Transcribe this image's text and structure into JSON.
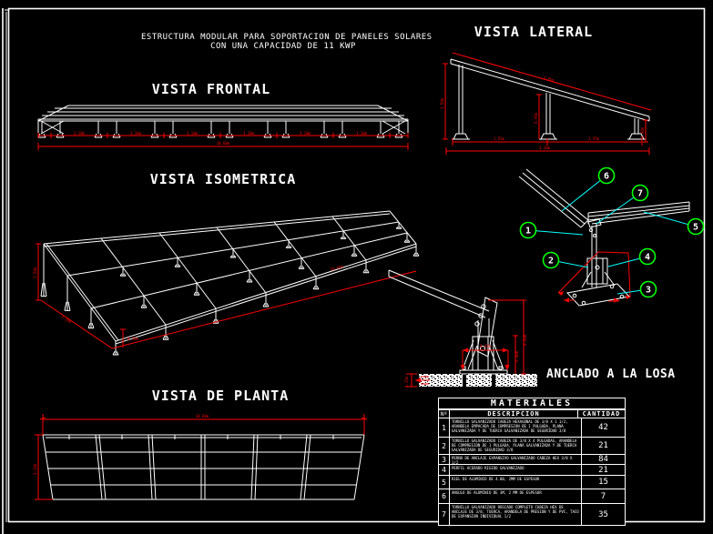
{
  "header": {
    "title_line1": "ESTRUCTURA MODULAR PARA SOPORTACION DE PANELES SOLARES",
    "title_line2": "CON UNA CAPACIDAD DE 11 KWP"
  },
  "colors": {
    "line": "#ffffff",
    "dimension": "#ff0000",
    "balloon": "#00ff00",
    "leader": "#00ffff"
  },
  "views": {
    "frontal": {
      "label": "VISTA FRONTAL",
      "bay_dims": [
        "3.10m",
        "3.10m",
        "3.10m",
        "3.10m",
        "3.10m",
        "3.10m"
      ],
      "total_dim": "18.60m"
    },
    "lateral": {
      "label": "VISTA LATERAL",
      "height_left": "1.50m",
      "height_mid": "0.95m",
      "height_right": "0.40m",
      "span_left": "1.55m",
      "span_right": "1.55m",
      "total": "3.10m",
      "slope": "3.35m"
    },
    "isometric": {
      "label": "VISTA ISOMETRICA",
      "height": "1.50m",
      "depth": "3.10m",
      "post": "0.40m",
      "length": "18.60m"
    },
    "planta": {
      "label": "VISTA DE PLANTA",
      "width": "18.60m",
      "depth": "3.10m"
    },
    "anclaje": {
      "label": "ANCLADO A LA LOSA",
      "base_dim": "0.42m",
      "height_outer": "0.60m",
      "height_inner": "0.40m",
      "slab_dim": "0.15m"
    },
    "detail": {
      "balloons": [
        "1",
        "2",
        "3",
        "4",
        "5",
        "6",
        "7"
      ]
    }
  },
  "materials": {
    "title": "MATERIALES",
    "col_no": "Nº",
    "col_desc": "DESCRIPCION",
    "col_qty": "CANTIDAD",
    "rows": [
      {
        "no": "1",
        "desc": "TORNILLO GALVANIZADO CABEZA HEXAGONAL DE 3/8 X 1 1/2, ARANDELA EMPACADA DE COMPRESION DE 1 PULGADA, PLANA GALVANIZADA Y DE TUERCA GALVANIZADA DE SEGURIDAD 3/8",
        "qty": "42"
      },
      {
        "no": "2",
        "desc": "TORNILLO GALVANIZADO CABEZA DE 3/8 X 4 PULGADAS, ARANDELA DE COMPRESION DE 1 PULGADA, PLANA GALVANIZADA Y DE TUERCA GALVANIZADA DE SEGURIDAD 3/8",
        "qty": "21"
      },
      {
        "no": "3",
        "desc": "PERNO DE ANCLAJE EXPANSIVO GALVANIZADO CABEZA HEX 3/8 X 1/2",
        "qty": "84"
      },
      {
        "no": "4",
        "desc": "PERFIL ACERADO RIGIDO GALVANIZADO",
        "qty": "21"
      },
      {
        "no": "5",
        "desc": "RIEL DE ALUMINIO DE 4.80, 2MM DE ESPESOR",
        "qty": "15"
      },
      {
        "no": "6",
        "desc": "ANGULO DE ALUMINIO DE 3M, 2 MM DE ESPESOR",
        "qty": "7"
      },
      {
        "no": "7",
        "desc": "TORNILLO GALVANIZADO ROSCADO COMPLETO CABEZA HEX DE ANCLAJE DE 3/8, TUERCA, ARANDELA DE PRESION Y DE PVC, TACO DE EXPANSION INDIVIDUAL 1/2",
        "qty": "35"
      }
    ]
  }
}
